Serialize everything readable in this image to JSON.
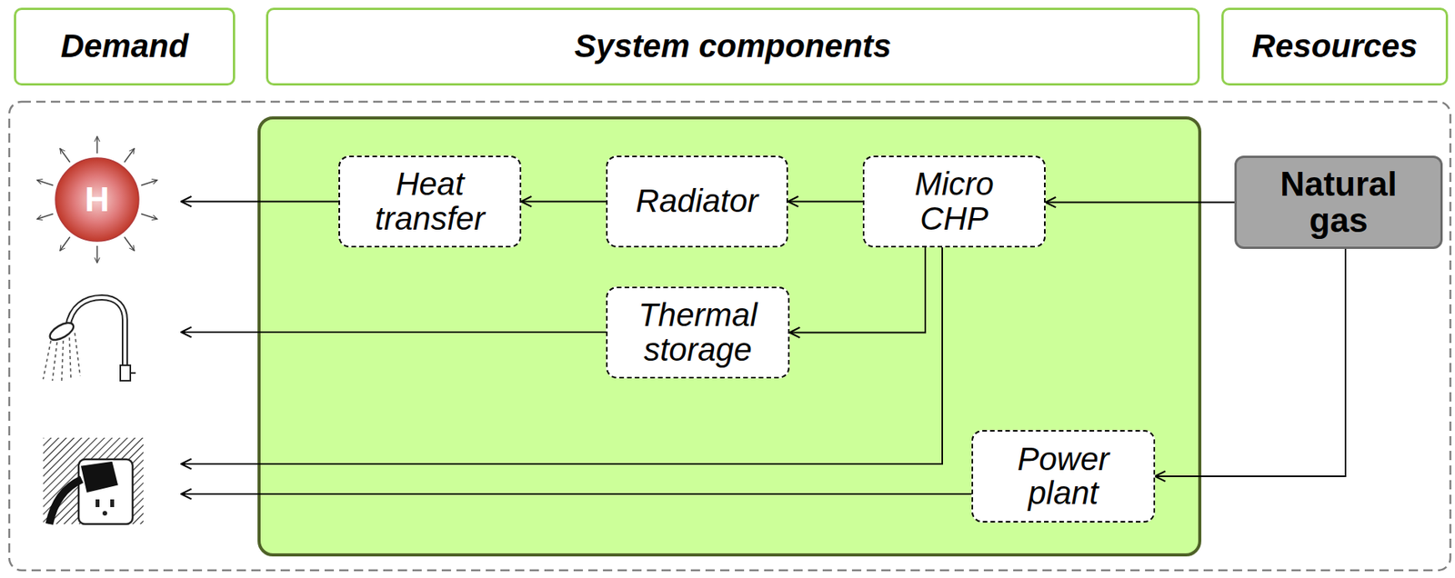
{
  "diagram": {
    "nodes": [
      {
        "text": [
          "Demand"
        ]
      },
      {
        "text": [
          "System components"
        ]
      },
      {
        "text": [
          "Resources"
        ]
      },
      {
        "text": [
          "H"
        ]
      },
      {
        "text": [
          "Heat transfer"
        ]
      },
      {
        "text": [
          "Radiator"
        ]
      },
      {
        "text": [
          "Micro CHP"
        ]
      },
      {
        "text": [
          "Natural gas"
        ]
      },
      {
        "text": [
          "Thermal storage"
        ]
      },
      {
        "text": [
          "Power plant"
        ]
      }
    ],
    "edges": [
      {
        "from": 4,
        "to": 3,
        "arrow": "to"
      },
      {
        "from": 5,
        "to": 4,
        "arrow": "to"
      },
      {
        "from": 6,
        "to": 5,
        "arrow": "to"
      },
      {
        "from": 7,
        "to": 6,
        "arrow": "to"
      },
      {
        "from": 6,
        "to": 8,
        "arrow": "to"
      },
      {
        "from": 7,
        "to": 9,
        "arrow": "to"
      }
    ]
  }
}
